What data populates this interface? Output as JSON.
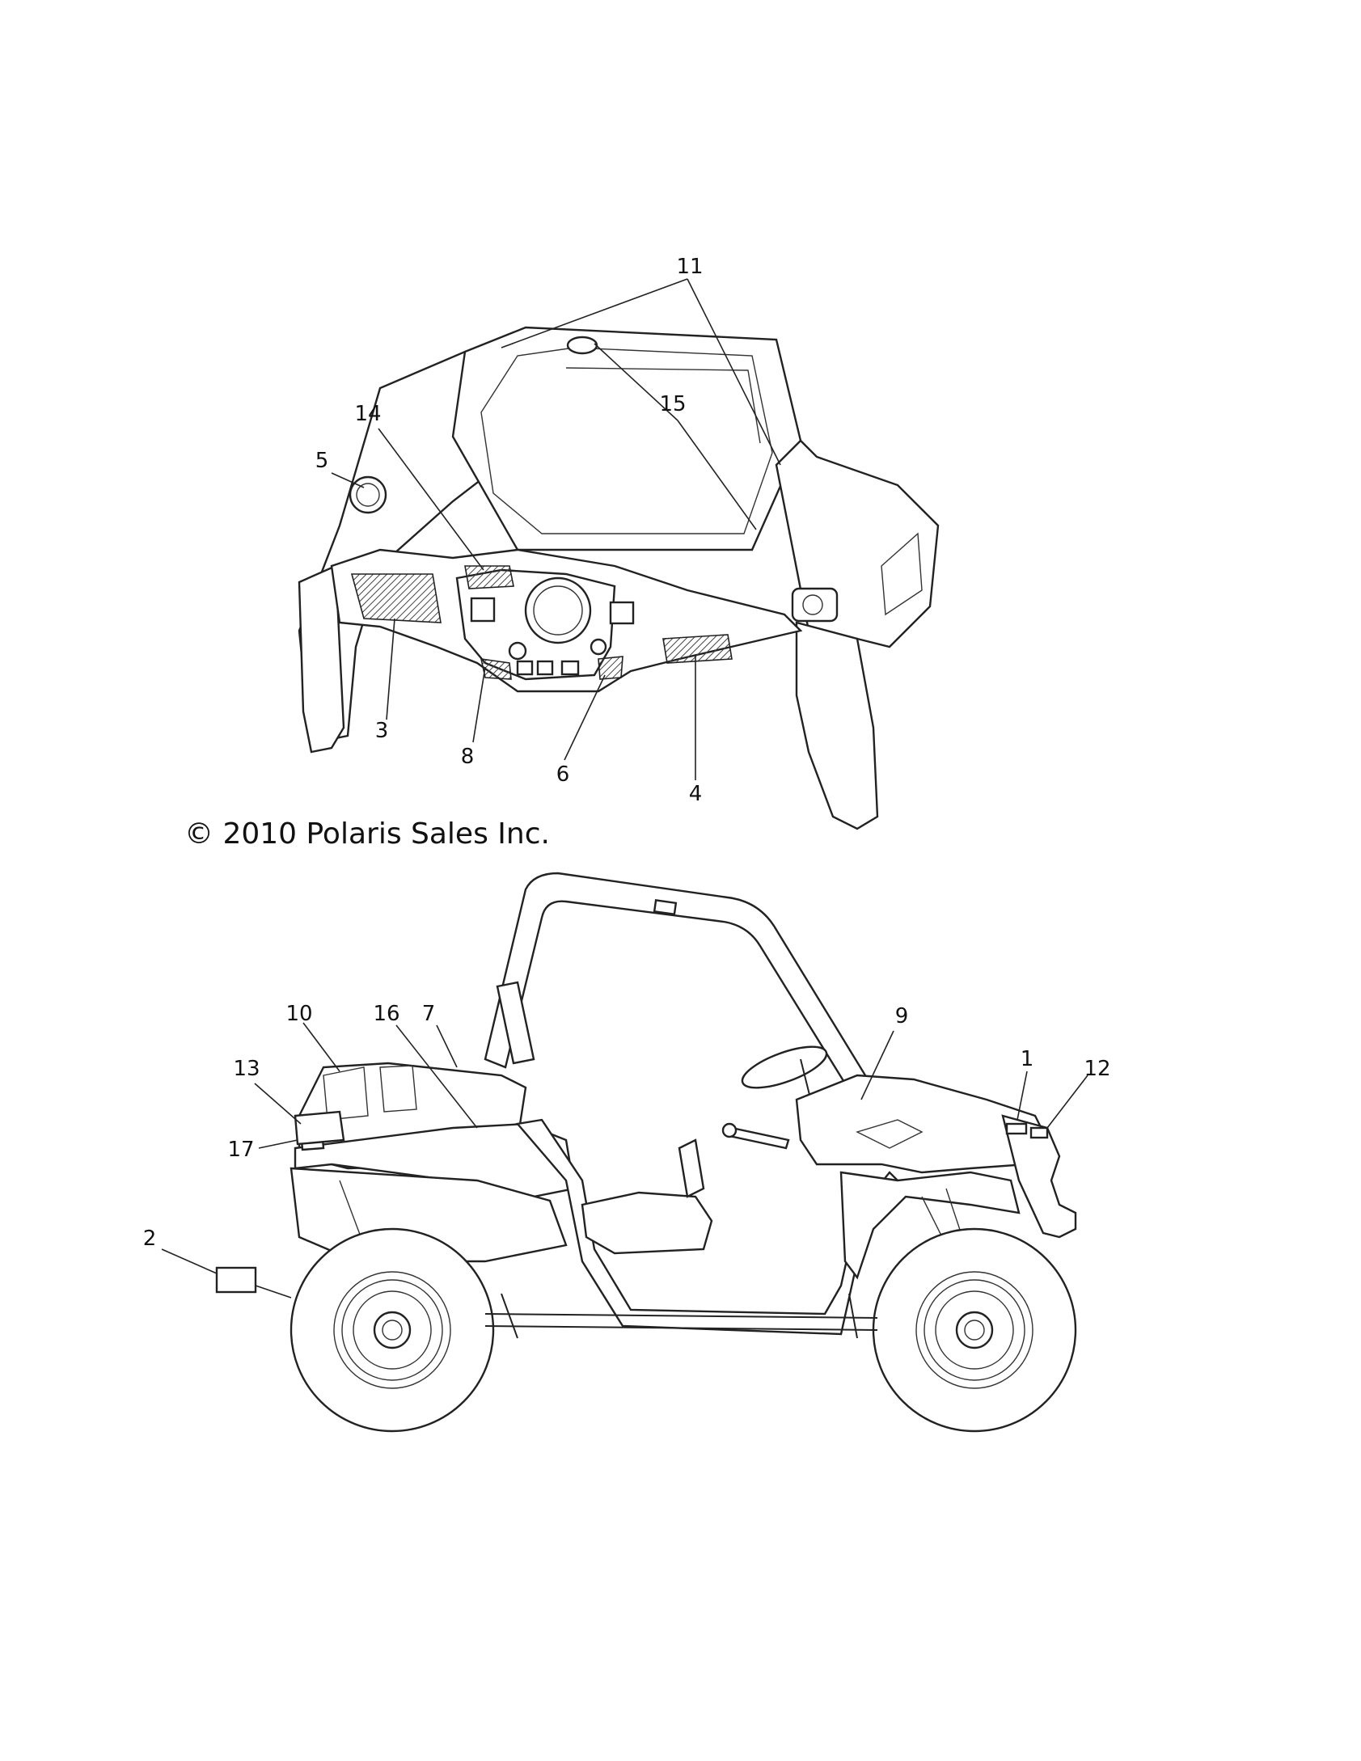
{
  "copyright": "© 2010 Polaris Sales Inc.",
  "callouts": {
    "c1": "1",
    "c2": "2",
    "c3": "3",
    "c4": "4",
    "c5": "5",
    "c6": "6",
    "c7": "7",
    "c8": "8",
    "c9": "9",
    "c10": "10",
    "c11": "11",
    "c12": "12",
    "c13": "13",
    "c14": "14",
    "c15": "15",
    "c16": "16",
    "c17": "17"
  }
}
